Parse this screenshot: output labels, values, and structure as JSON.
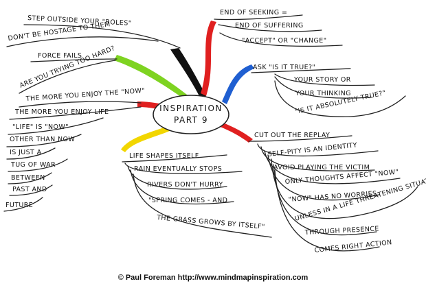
{
  "center": {
    "line1": "INSPIRATION",
    "line2": "PART 9"
  },
  "footer": "© Paul Foreman http://www.mindmapinspiration.com",
  "colors": {
    "black": "#111111",
    "green": "#7ed321",
    "red": "#e02020",
    "blue": "#1f5fd1",
    "yellow": "#f2d600"
  },
  "branches": {
    "roles": {
      "items": [
        "STEP OUTSIDE YOUR \"ROLES\"",
        "DON'T BE HOSTAGE TO THEM"
      ]
    },
    "force": {
      "items": [
        "FORCE FAILS",
        "ARE YOU TRYING TOO HARD?"
      ]
    },
    "now": {
      "items": [
        "THE MORE YOU ENJOY THE \"NOW\"",
        "THE MORE YOU ENJOY LIFE",
        "\"LIFE\" IS \"NOW\"",
        "OTHER THAN NOW",
        "IS JUST A",
        "TUG OF WAR",
        "BETWEEN",
        "PAST AND",
        "FUTURE"
      ]
    },
    "seeking": {
      "items": [
        "END OF SEEKING =",
        "END OF SUFFERING",
        "\"ACCEPT\" OR \"CHANGE\""
      ]
    },
    "ask": {
      "items": [
        "ASK \"IS IT TRUE?\"",
        "YOUR STORY OR",
        "YOUR THINKING",
        "\"IS IT ABSOLUTELY TRUE?\""
      ]
    },
    "replay": {
      "items": [
        "CUT OUT THE REPLAY",
        "SELF-PITY IS AN IDENTITY",
        "AVOID PLAYING THE VICTIM",
        "ONLY THOUGHTS AFFECT \"NOW\"",
        "\"NOW\" HAS NO WORRIES",
        "UNLESS IN A LIFE THREATENING SITUATION!",
        "THROUGH PRESENCE",
        "COMES RIGHT ACTION"
      ]
    },
    "life": {
      "items": [
        "LIFE SHAPES ITSELF",
        "RAIN EVENTUALLY STOPS",
        "RIVERS DON'T HURRY",
        "\"SPRING COMES - AND",
        "THE GRASS GROWS BY ITSELF\""
      ]
    }
  }
}
